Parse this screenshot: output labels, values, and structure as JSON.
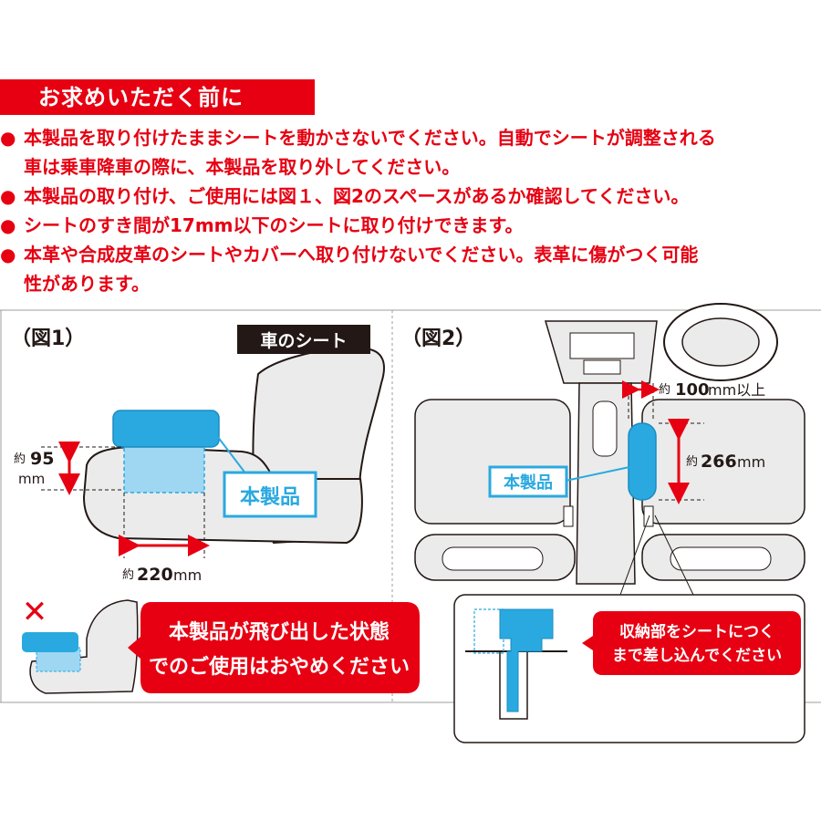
{
  "header": {
    "title": "お求めいただく前に"
  },
  "notes": [
    {
      "bullet": "●",
      "line1": "本製品を取り付けたままシートを動かさないでください。自動でシートが調整される",
      "line2": "車は乗車降車の際に、本製品を取り外してください。"
    },
    {
      "bullet": "●",
      "line1": "本製品の取り付け、ご使用には図１、図2のスペースがあるか確認してください。"
    },
    {
      "bullet": "●",
      "line1": "シートのすき間が17mm以下のシートに取り付けできます。"
    },
    {
      "bullet": "●",
      "line1": "本革や合成皮革のシートやカバーへ取り付けないでください。表革に傷がつく可能",
      "line2": "性があります。"
    }
  ],
  "fig1": {
    "title": "（図1）",
    "seat_label": "車のシート",
    "product_label": "本製品",
    "height_prefix": "約",
    "height_value": "95",
    "height_unit": "mm",
    "width_prefix": "約",
    "width_value": "220",
    "width_unit": "mm",
    "warning_mark": "✕",
    "warning_line1": "本製品が飛び出した状態",
    "warning_line2": "でのご使用はおやめください"
  },
  "fig2": {
    "title": "（図2）",
    "gap_prefix": "約",
    "gap_value": "100",
    "gap_unit": "mm以上",
    "length_prefix": "約",
    "length_value": "266",
    "length_unit": "mm",
    "product_label": "本製品",
    "inset_line1": "収納部をシートにつく",
    "inset_line2": "まで差し込んでください"
  },
  "colors": {
    "red": "#e60012",
    "product_blue": "#29a9e0",
    "product_light": "#9fd7f2",
    "seat_gray": "#e6e6e6",
    "dark_label": "#231815"
  }
}
